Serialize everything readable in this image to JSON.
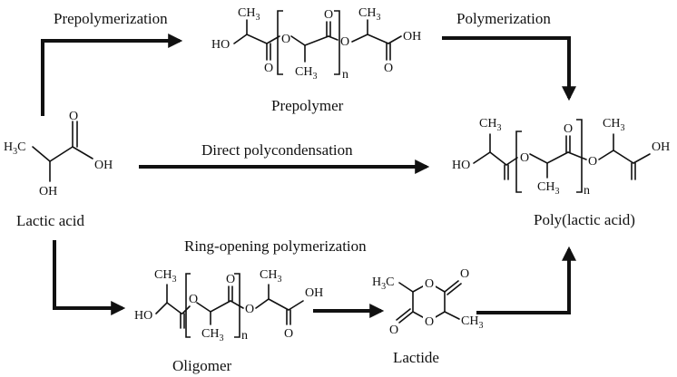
{
  "labels": {
    "prepolymerization": "Prepolymerization",
    "polymerization": "Polymerization",
    "prepolymer": "Prepolymer",
    "lactic_acid": "Lactic acid",
    "direct_polycondensation": "Direct polycondensation",
    "poly_lactic_acid": "Poly(lactic acid)",
    "ring_opening": "Ring-opening polymerization",
    "oligomer": "Oligomer",
    "lactide": "Lactide"
  },
  "atoms": {
    "ch3": "CH",
    "three": "3",
    "h3c_h": "H",
    "h3c_c": "C",
    "ho": "HO",
    "oh": "OH",
    "o": "O",
    "n": "n"
  }
}
